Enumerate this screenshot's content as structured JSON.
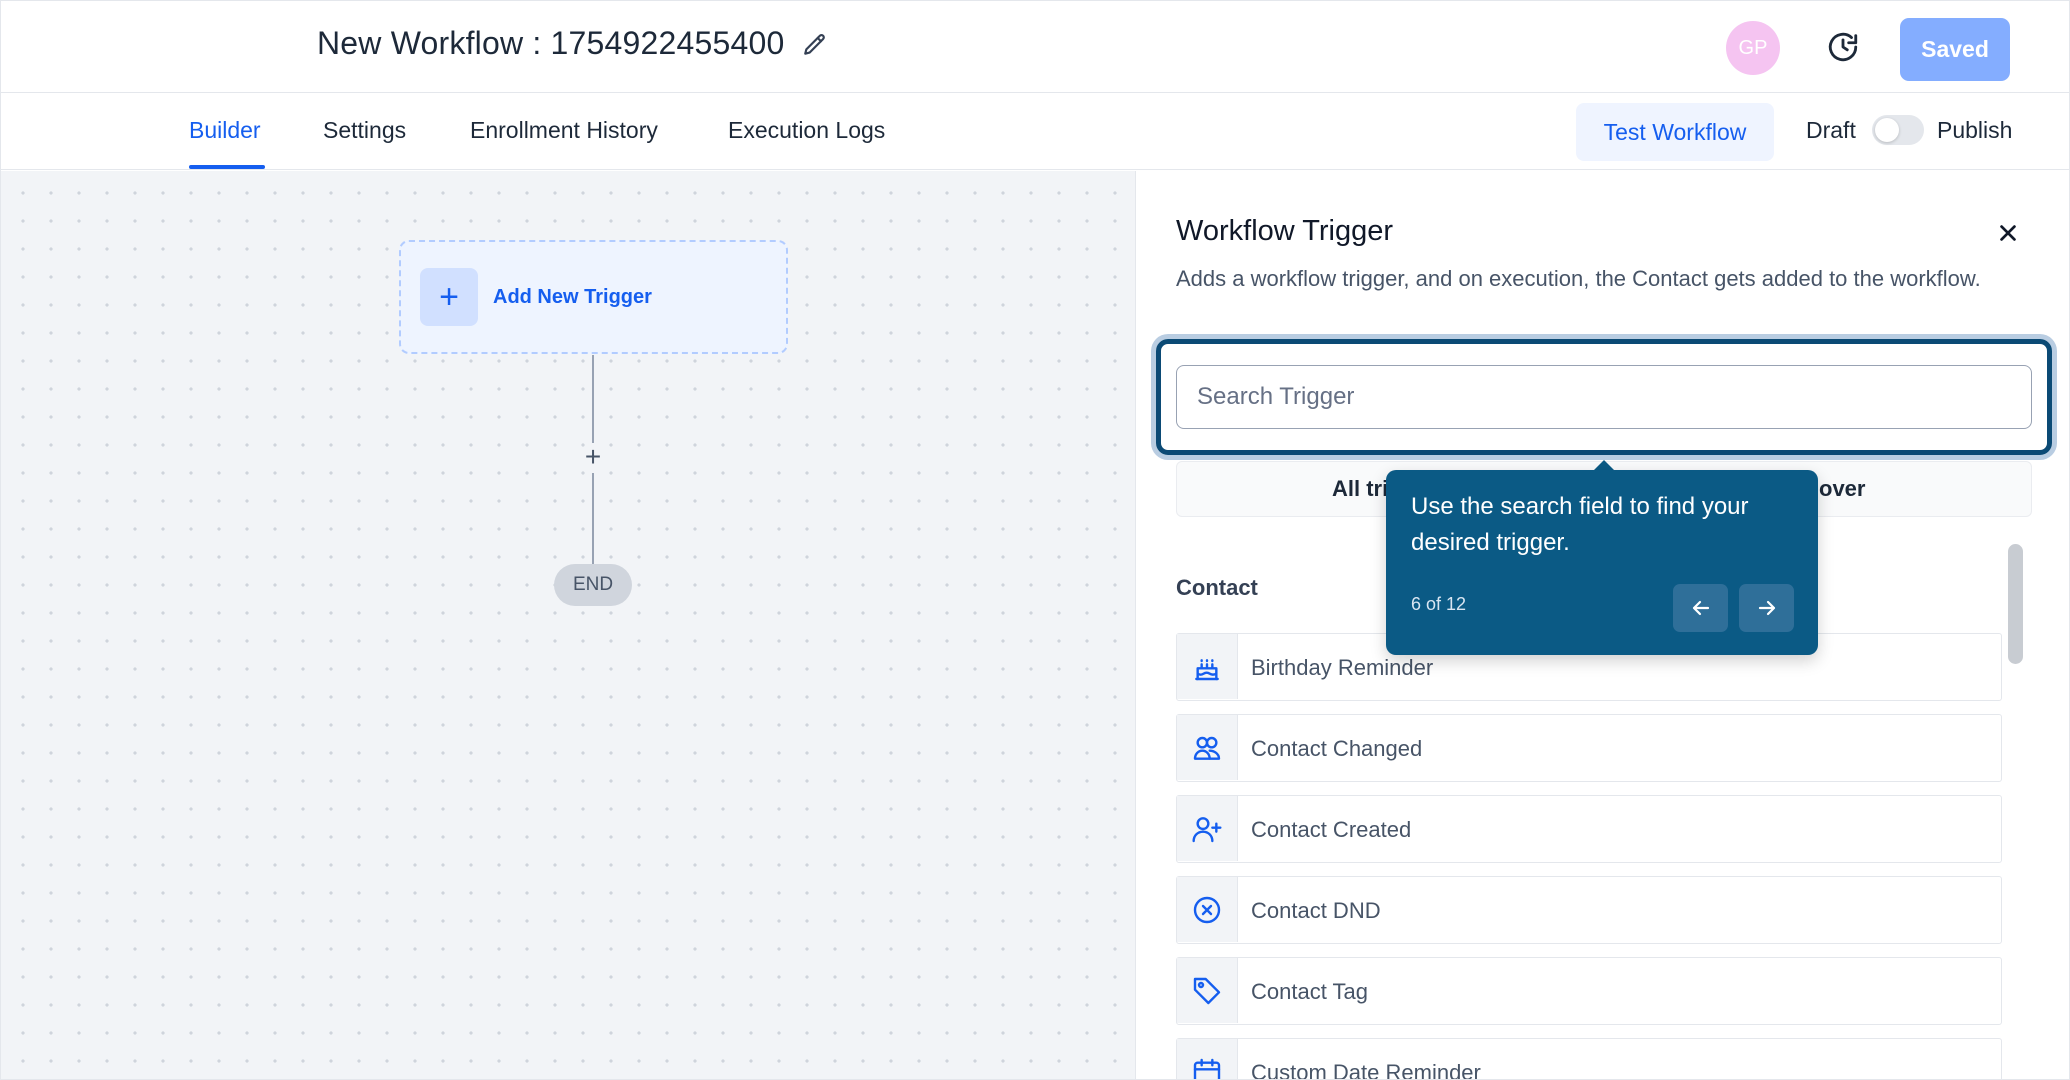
{
  "header": {
    "title": "New Workflow : 1754922455400",
    "avatar_initials": "GP",
    "saved_label": "Saved",
    "icons": {
      "edit": "pencil-icon",
      "history": "history-clock-icon"
    }
  },
  "tabs": {
    "items": [
      {
        "label": "Builder",
        "active": true
      },
      {
        "label": "Settings",
        "active": false
      },
      {
        "label": "Enrollment History",
        "active": false
      },
      {
        "label": "Execution Logs",
        "active": false
      }
    ],
    "test_workflow_label": "Test Workflow",
    "draft_label": "Draft",
    "publish_label": "Publish",
    "publish_toggle_on": false
  },
  "canvas": {
    "add_trigger_label": "Add New Trigger",
    "add_trigger_icon": "+",
    "add_step_icon": "+",
    "end_label": "END"
  },
  "panel": {
    "title": "Workflow Trigger",
    "description": "Adds a workflow trigger, and on execution, the Contact gets added to the workflow.",
    "search_placeholder": "Search Trigger",
    "search_value": "",
    "filter_all_label": "All tri",
    "filter_discover_label": "over",
    "section_label": "Contact",
    "items": [
      {
        "label": "Birthday Reminder",
        "icon": "cake-icon"
      },
      {
        "label": "Contact Changed",
        "icon": "users-icon"
      },
      {
        "label": "Contact Created",
        "icon": "user-plus-icon"
      },
      {
        "label": "Contact DND",
        "icon": "circle-x-icon"
      },
      {
        "label": "Contact Tag",
        "icon": "tag-icon"
      },
      {
        "label": "Custom Date Reminder",
        "icon": "calendar-icon"
      }
    ]
  },
  "tooltip": {
    "text": "Use the search field to find your desired trigger.",
    "step": "6 of 12",
    "prev_icon": "arrow-left-icon",
    "next_icon": "arrow-right-icon"
  },
  "colors": {
    "accent": "#155eef",
    "saved_button": "#84adff",
    "tooltip_bg": "#0b5a85",
    "avatar_bg": "#f5c4f1"
  }
}
